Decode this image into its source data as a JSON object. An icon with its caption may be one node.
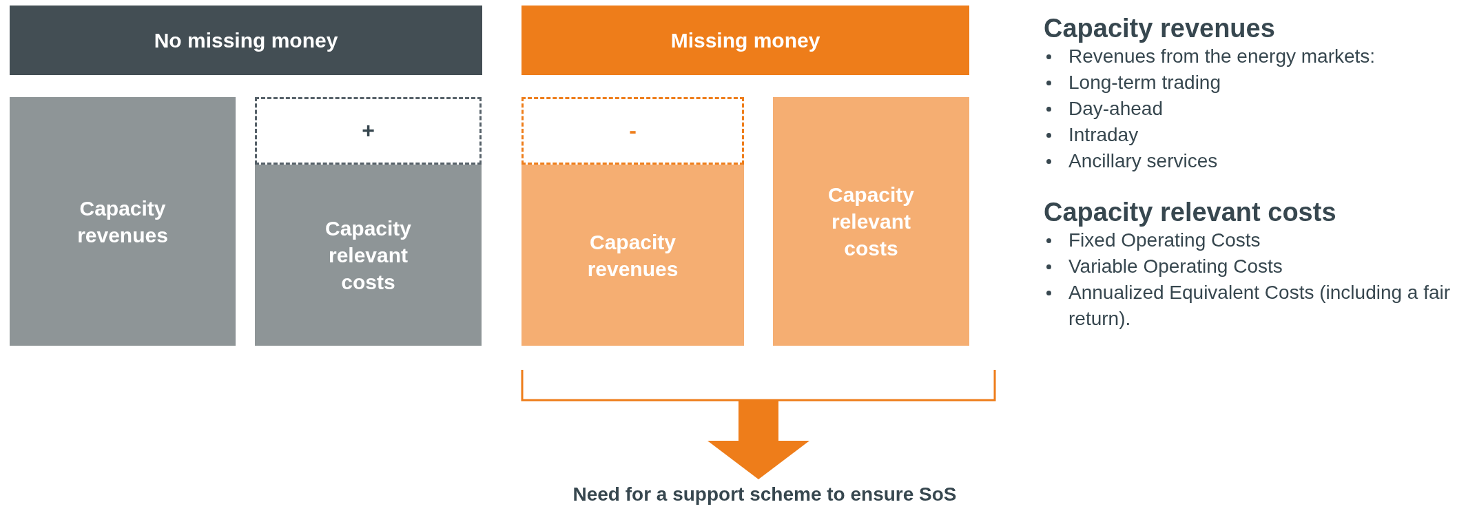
{
  "diagram": {
    "nodes": [
      {
        "text": [
          "No missing money"
        ]
      },
      {
        "text": [
          "Capacity revenues"
        ]
      },
      {
        "text": [
          "+"
        ]
      },
      {
        "text": [
          "Capacity relevant costs"
        ]
      },
      {
        "text": [
          "Missing money"
        ]
      },
      {
        "text": [
          "-"
        ]
      },
      {
        "text": [
          "Capacity revenues"
        ]
      },
      {
        "text": [
          "Capacity relevant costs"
        ]
      },
      {
        "text": [],
        "shape": "bracket"
      },
      {
        "text": [
          "Need for a support scheme to ensure SoS"
        ]
      }
    ],
    "edges": [
      {
        "from": 8,
        "to": 9,
        "arrow": "to"
      }
    ],
    "labels": [
      "Capacity revenues",
      "Revenues from the energy markets:",
      "Long-term trading",
      "Day-ahead",
      "Intraday",
      "Ancillary services",
      "Capacity relevant costs",
      "Fixed Operating Costs",
      "Variable Operating Costs",
      "Annualized Equivalent Costs (including a fair return)."
    ]
  }
}
